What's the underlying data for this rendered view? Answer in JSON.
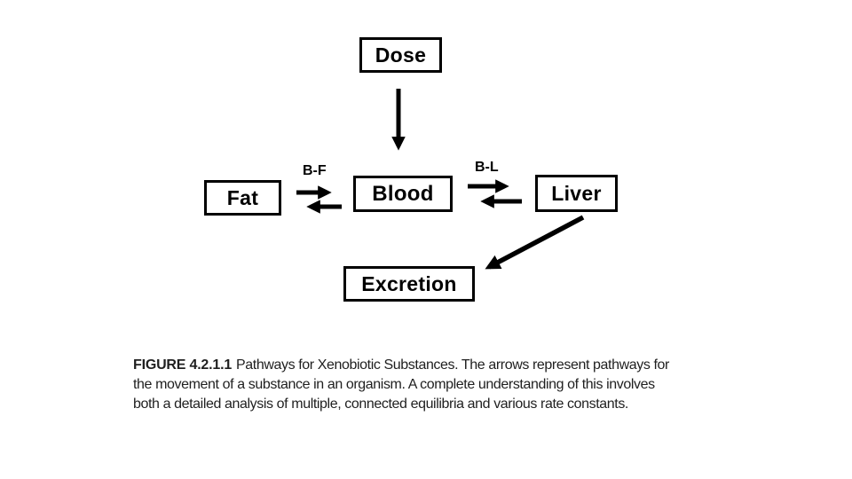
{
  "background_color": "#ffffff",
  "diagram": {
    "ink_color": "#000000",
    "nodes": {
      "dose": "Dose",
      "fat": "Fat",
      "blood": "Blood",
      "liver": "Liver",
      "excretion": "Excretion"
    },
    "edge_labels": {
      "blood_fat": "B-F",
      "blood_liver": "B-L"
    }
  },
  "caption": {
    "figure_label": "FIGURE 4.2.1.1",
    "line1": "Pathways for Xenobiotic Substances. The arrows represent pathways for",
    "line2": "the movement of a substance in an organism. A complete understanding of this involves",
    "line3": "both a detailed analysis of multiple, connected equilibria and various rate constants.",
    "text_color": "#1f1f1f"
  }
}
